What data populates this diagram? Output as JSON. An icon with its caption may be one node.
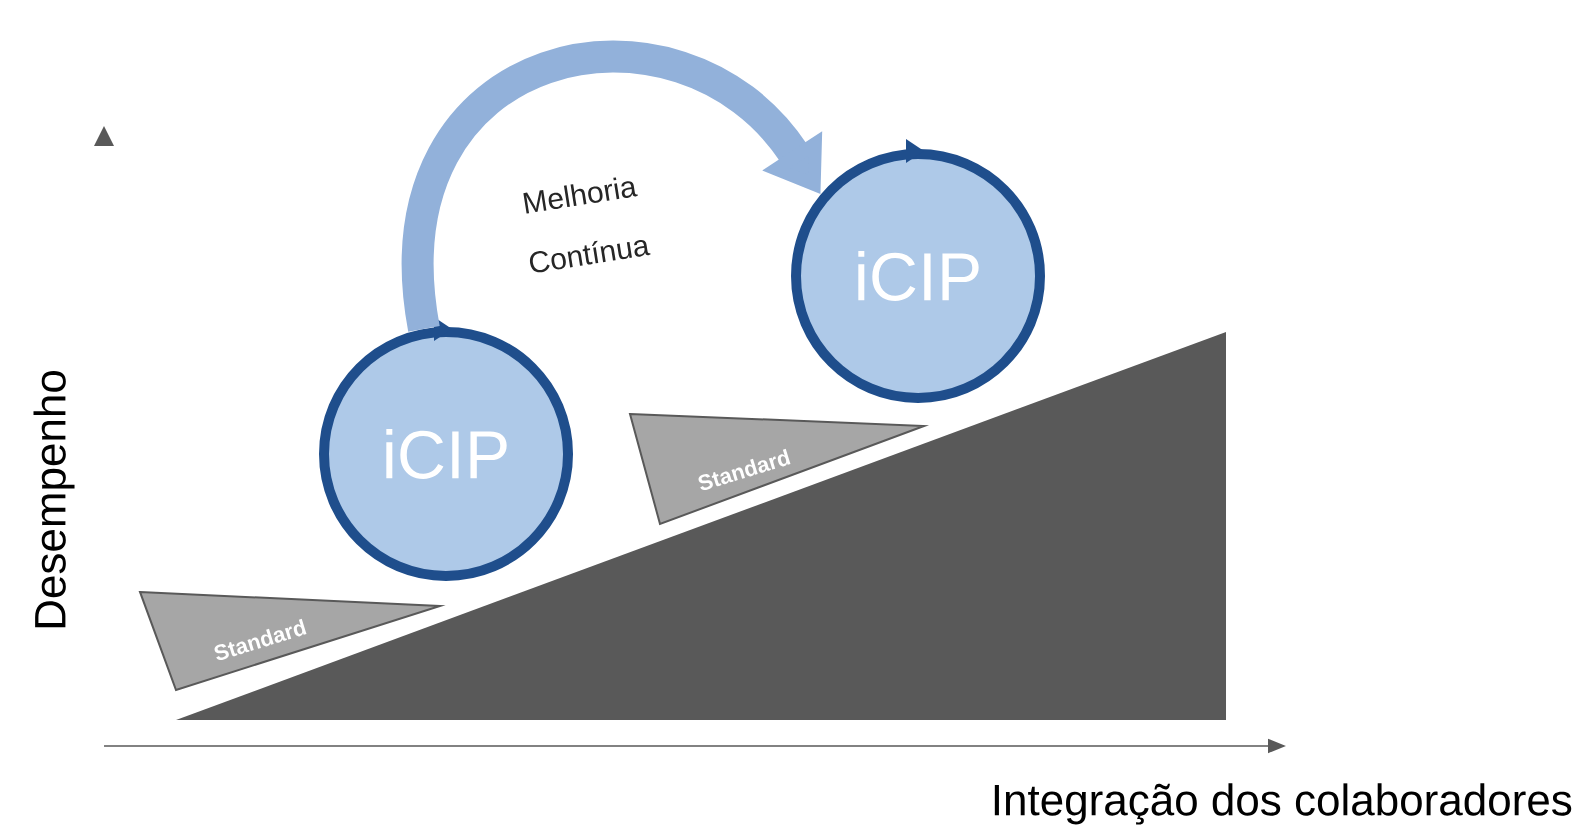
{
  "diagram": {
    "nodes": [
      {
        "text": [
          "iCIP"
        ]
      },
      {
        "text": [
          "iCIP"
        ]
      },
      {
        "text": [
          "Standard"
        ]
      },
      {
        "text": [
          "Standard"
        ]
      }
    ],
    "edges": [
      {
        "from": 0,
        "to": 1,
        "arrow": "to",
        "label": "Melhoria Contínua"
      }
    ],
    "labels": [
      "Desempenho",
      "Integração dos colaboradores"
    ]
  }
}
